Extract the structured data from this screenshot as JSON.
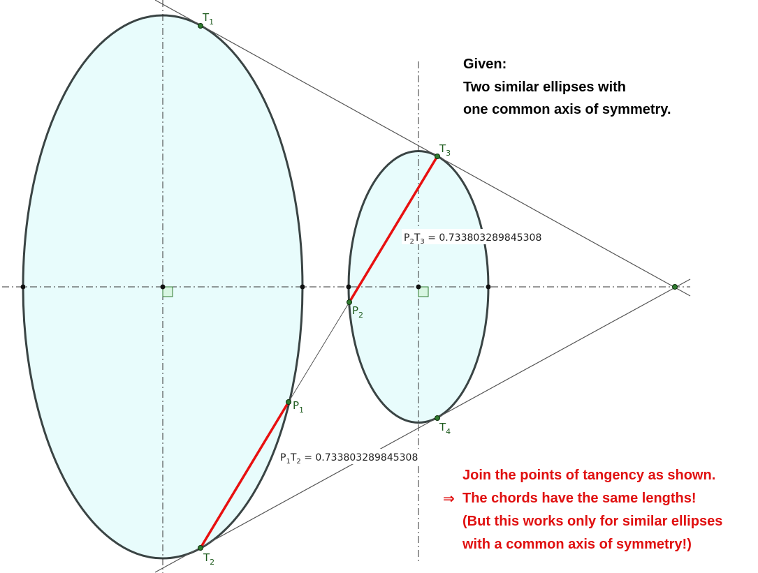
{
  "diagram": {
    "points": {
      "T1": {
        "letter": "T",
        "sub": "1"
      },
      "T2": {
        "letter": "T",
        "sub": "2"
      },
      "T3": {
        "letter": "T",
        "sub": "3"
      },
      "T4": {
        "letter": "T",
        "sub": "4"
      },
      "P1": {
        "letter": "P",
        "sub": "1"
      },
      "P2": {
        "letter": "P",
        "sub": "2"
      }
    },
    "measurements": {
      "p2t3": {
        "p1": "P",
        "s1": "2",
        "p2": "T",
        "s2": "3",
        "value": " = 0.733803289845308"
      },
      "p1t2": {
        "p1": "P",
        "s1": "1",
        "p2": "T",
        "s2": "2",
        "value": " = 0.733803289845308"
      }
    },
    "colors": {
      "ellipse_fill": "#e8fcfc",
      "ellipse_stroke": "#3a4444",
      "chord": "#e81010",
      "point": "#1f5c1f",
      "axis": "#333333",
      "tangent": "#555555"
    }
  },
  "given": {
    "heading": "Given:",
    "line1": "Two similar ellipses with",
    "line2": "one common axis of symmetry."
  },
  "conclusion": {
    "arrow": "⇒",
    "line1": "Join the points of tangency as shown.",
    "line2": "The chords have the same lengths!",
    "line3": "(But this works only for similar ellipses",
    "line4": "with a common axis of symmetry!)"
  }
}
